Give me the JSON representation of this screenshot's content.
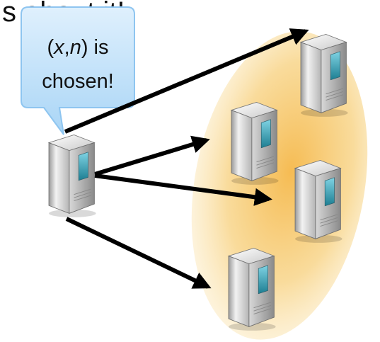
{
  "header": {
    "visible_text": "s about it!"
  },
  "speech_bubble": {
    "line1": {
      "prefix": "(",
      "var_x": "x",
      "comma": ",",
      "var_n": "n",
      "suffix": ") is"
    },
    "line2": "chosen!"
  },
  "colors": {
    "bubble_fill": "#cfe8fb",
    "bubble_stroke": "#8ec5f0",
    "group_fill": "#f7d27a",
    "arrow": "#000000"
  },
  "icons": {
    "sender": "server-icon",
    "targets": [
      "server-icon",
      "server-icon",
      "server-icon",
      "server-icon"
    ]
  }
}
